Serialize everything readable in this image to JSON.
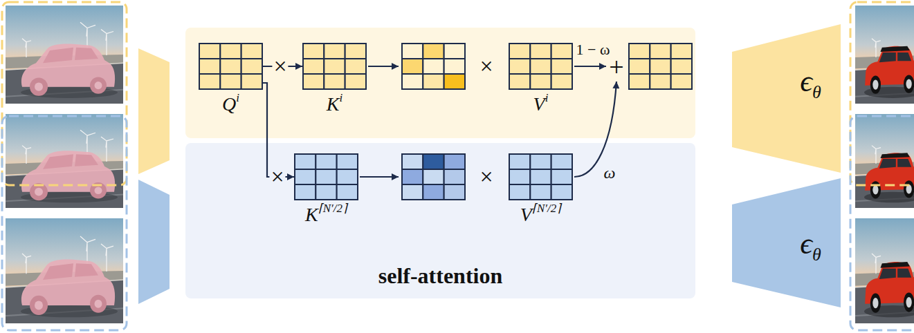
{
  "diagram": {
    "nodes": [
      {
        "text": [
          "Q",
          "i"
        ]
      },
      {
        "text": [
          "K",
          "i"
        ]
      },
      {
        "text": [
          "V",
          "i"
        ]
      },
      {
        "text": [
          "self-attention"
        ]
      },
      {
        "text": [
          "K",
          "⌈N′/2⌉"
        ],
        "in": 3
      },
      {
        "text": [
          "V",
          "⌈N′/2⌉"
        ],
        "in": 3
      },
      {
        "text": [
          "ϵ",
          "θ"
        ]
      },
      {
        "text": [
          "ϵ",
          "θ"
        ]
      }
    ],
    "edges": [
      {
        "from": 0,
        "to": 1,
        "arrow": "to"
      },
      {
        "from": 0,
        "to": 4,
        "arrow": "to"
      }
    ],
    "labels": [
      "×",
      "×",
      "×",
      "×",
      "1 − ω",
      "+",
      "ω"
    ]
  }
}
